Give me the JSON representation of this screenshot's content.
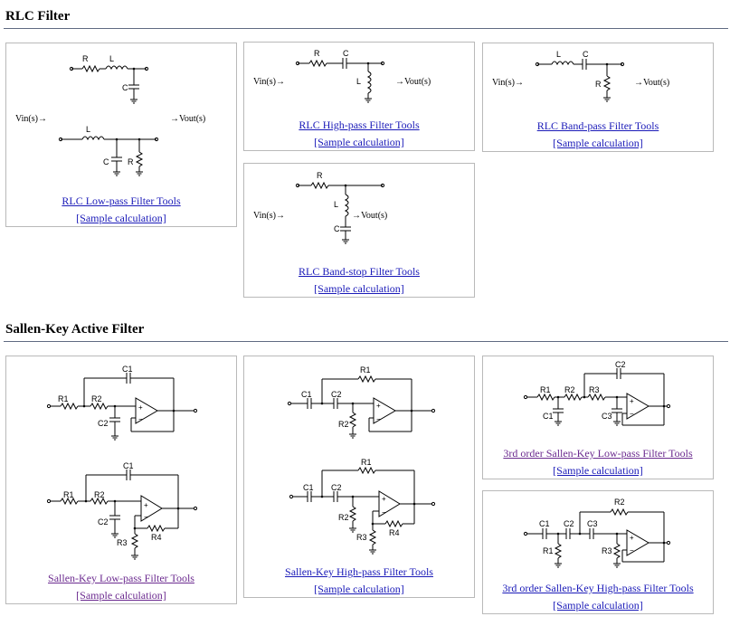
{
  "sections": {
    "rlc_title": "RLC Filter",
    "sk_title": "Sallen-Key Active Filter"
  },
  "circuit": {
    "vin": "Vin(s)→",
    "vout": "→Vout(s)",
    "R": "R",
    "L": "L",
    "C": "C",
    "R1": "R1",
    "R2": "R2",
    "R3": "R3",
    "R4": "R4",
    "C1": "C1",
    "C2": "C2",
    "C3": "C3"
  },
  "cards": {
    "lowpass": {
      "title": "RLC Low-pass Filter Tools",
      "sample": "[Sample calculation]"
    },
    "highpass": {
      "title": "RLC High-pass Filter Tools",
      "sample": "[Sample calculation]"
    },
    "bandpass": {
      "title": "RLC Band-pass Filter Tools",
      "sample": "[Sample calculation]"
    },
    "bandstop": {
      "title": "RLC Band-stop Filter Tools",
      "sample": "[Sample calculation]"
    },
    "sk_lowpass": {
      "title": "Sallen-Key Low-pass Filter Tools",
      "sample": "[Sample calculation]"
    },
    "sk_highpass": {
      "title": "Sallen-Key High-pass Filter Tools",
      "sample": "[Sample calculation]"
    },
    "sk3_lowpass": {
      "title": "3rd order Sallen-Key Low-pass Filter Tools",
      "sample": "[Sample calculation]"
    },
    "sk3_highpass": {
      "title": "3rd order Sallen-Key High-pass Filter Tools",
      "sample": "[Sample calculation]"
    }
  }
}
